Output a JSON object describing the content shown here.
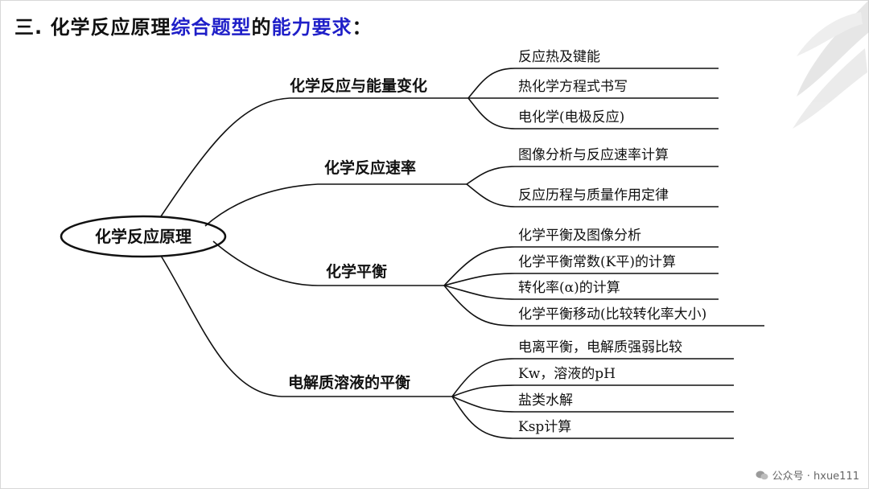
{
  "title": {
    "prefix": "三. 化学反应原理",
    "highlight1": "综合题型",
    "middle": "的",
    "highlight2": "能力要求",
    "suffix": "："
  },
  "root": "化学反应原理",
  "branches": [
    {
      "label": "化学反应与能量变化",
      "leaves": [
        "反应热及键能",
        "热化学方程式书写",
        "电化学(电极反应)"
      ]
    },
    {
      "label": "化学反应速率",
      "leaves": [
        "图像分析与反应速率计算",
        "反应历程与质量作用定律"
      ]
    },
    {
      "label": "化学平衡",
      "leaves": [
        "化学平衡及图像分析",
        "化学平衡常数(K平)的计算",
        "转化率(α)的计算",
        "化学平衡移动(比较转化率大小)"
      ]
    },
    {
      "label": "电解质溶液的平衡",
      "leaves": [
        "电离平衡，电解质强弱比较",
        "Kw，溶液的pH",
        "盐类水解",
        "Ksp计算"
      ]
    }
  ],
  "watermark": {
    "label": "公众号 · hxue111",
    "icon": "wechat-icon"
  },
  "colors": {
    "highlight": "#1f1fc8",
    "line": "#111111"
  }
}
